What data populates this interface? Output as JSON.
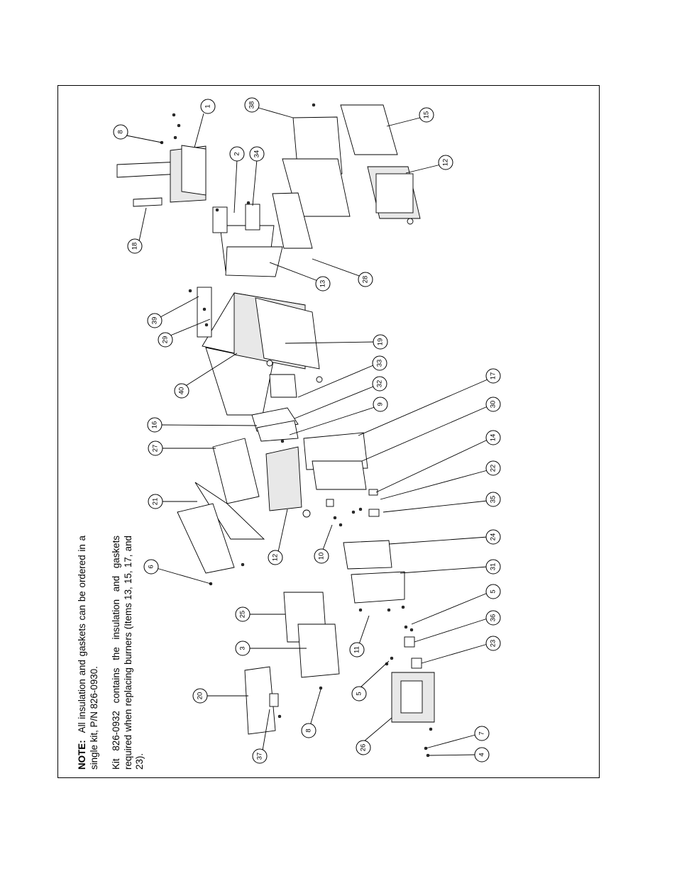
{
  "note": {
    "label": "NOTE:",
    "text": "All insulation and gaskets can be ordered in a single kit, P/N 826-0930."
  },
  "kit_note": "Kit 826-0932 contains the insulation and gaskets required when replacing burners (Items 13, 15, 17, and 23).",
  "callouts": [
    {
      "id": "1",
      "label": "1"
    },
    {
      "id": "8a",
      "label": "8"
    },
    {
      "id": "18",
      "label": "18"
    },
    {
      "id": "38",
      "label": "38"
    },
    {
      "id": "15",
      "label": "15"
    },
    {
      "id": "12a",
      "label": "12"
    },
    {
      "id": "2",
      "label": "2"
    },
    {
      "id": "34",
      "label": "34"
    },
    {
      "id": "13",
      "label": "13"
    },
    {
      "id": "28",
      "label": "28"
    },
    {
      "id": "39",
      "label": "39"
    },
    {
      "id": "29",
      "label": "29"
    },
    {
      "id": "19",
      "label": "19"
    },
    {
      "id": "40",
      "label": "40"
    },
    {
      "id": "33",
      "label": "33"
    },
    {
      "id": "32",
      "label": "32"
    },
    {
      "id": "9",
      "label": "9"
    },
    {
      "id": "16",
      "label": "16"
    },
    {
      "id": "27",
      "label": "27"
    },
    {
      "id": "17",
      "label": "17"
    },
    {
      "id": "30",
      "label": "30"
    },
    {
      "id": "14",
      "label": "14"
    },
    {
      "id": "22",
      "label": "22"
    },
    {
      "id": "35",
      "label": "35"
    },
    {
      "id": "21",
      "label": "21"
    },
    {
      "id": "12b",
      "label": "12"
    },
    {
      "id": "10",
      "label": "10"
    },
    {
      "id": "6",
      "label": "6"
    },
    {
      "id": "24",
      "label": "24"
    },
    {
      "id": "31",
      "label": "31"
    },
    {
      "id": "25",
      "label": "25"
    },
    {
      "id": "5a",
      "label": "5"
    },
    {
      "id": "36",
      "label": "36"
    },
    {
      "id": "3",
      "label": "3"
    },
    {
      "id": "11",
      "label": "11"
    },
    {
      "id": "23",
      "label": "23"
    },
    {
      "id": "20",
      "label": "20"
    },
    {
      "id": "5b",
      "label": "5"
    },
    {
      "id": "8b",
      "label": "8"
    },
    {
      "id": "37",
      "label": "37"
    },
    {
      "id": "26",
      "label": "26"
    },
    {
      "id": "7",
      "label": "7"
    },
    {
      "id": "4",
      "label": "4"
    }
  ]
}
